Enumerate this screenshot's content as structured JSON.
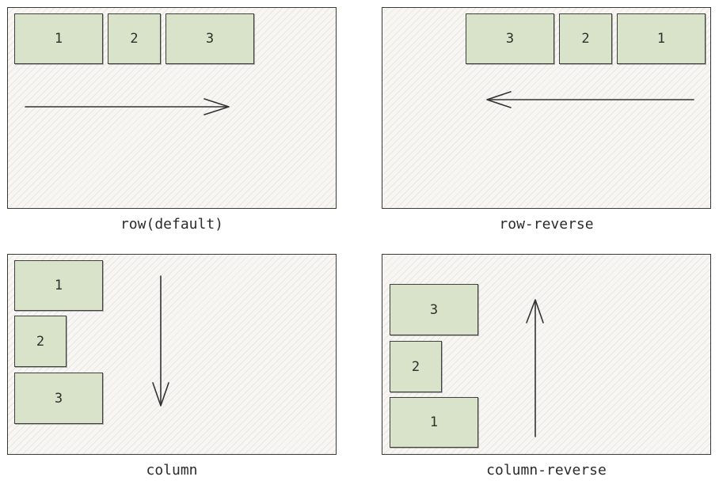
{
  "diagrams": {
    "row": {
      "caption": "row(default)",
      "items": [
        "1",
        "2",
        "3"
      ]
    },
    "row_reverse": {
      "caption": "row-reverse",
      "items": [
        "3",
        "2",
        "1"
      ]
    },
    "column": {
      "caption": "column",
      "items": [
        "1",
        "2",
        "3"
      ]
    },
    "column_reverse": {
      "caption": "column-reverse",
      "items": [
        "3",
        "2",
        "1"
      ]
    }
  },
  "colors": {
    "item_fill": "#d8e3c9",
    "panel_fill": "#f7f6f3",
    "stroke": "#3a3a3a"
  }
}
